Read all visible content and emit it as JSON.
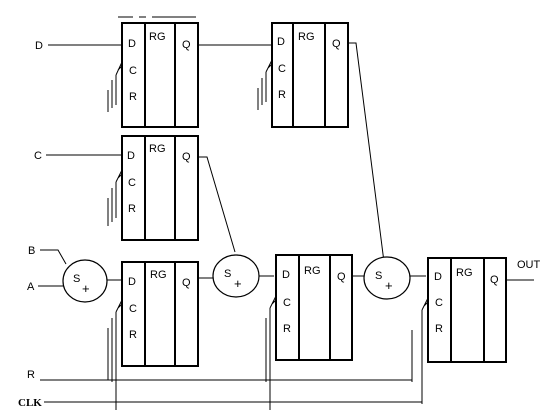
{
  "register": {
    "d": "D",
    "c": "C",
    "r": "R",
    "name": "RG",
    "q": "Q"
  },
  "adder": {
    "s": "S",
    "plus": "+"
  },
  "inputs": {
    "d": "D",
    "c": "C",
    "b": "B",
    "a": "A",
    "r": "R",
    "clk": "CLK"
  },
  "output": "OUT"
}
